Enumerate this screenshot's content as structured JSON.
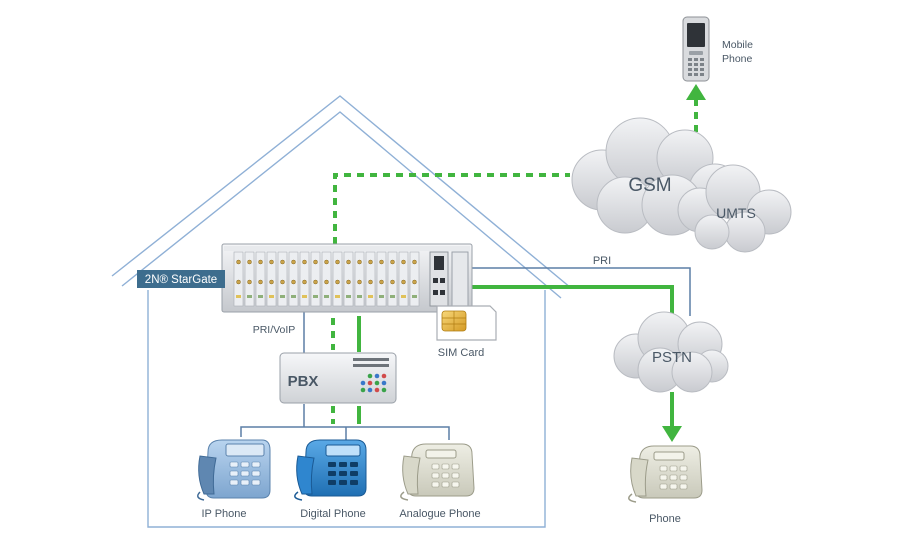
{
  "labels": {
    "device": "2N® StarGate",
    "pri_voip": "PRI/VoIP",
    "sim_card": "SIM Card",
    "pbx": "PBX",
    "gsm": "GSM",
    "umts": "UMTS",
    "pri": "PRI",
    "pstn": "PSTN",
    "mobile_phone_line1": "Mobile",
    "mobile_phone_line2": "Phone",
    "ip_phone": "IP Phone",
    "digital_phone": "Digital Phone",
    "analogue_phone": "Analogue Phone",
    "phone": "Phone"
  },
  "colors": {
    "house_line": "#8fb0d6",
    "wire": "#5c7ea6",
    "green_link": "#41b53f",
    "cloud": "#dcdde0",
    "device_tag": "#3d6d8e",
    "text": "#4a5866"
  },
  "icons": [
    "mobile-phone-icon",
    "ip-phone-icon",
    "digital-phone-icon",
    "analogue-phone-icon",
    "phone-icon",
    "sim-card-icon",
    "gsm-cloud-icon",
    "umts-cloud-icon",
    "pstn-cloud-icon"
  ]
}
